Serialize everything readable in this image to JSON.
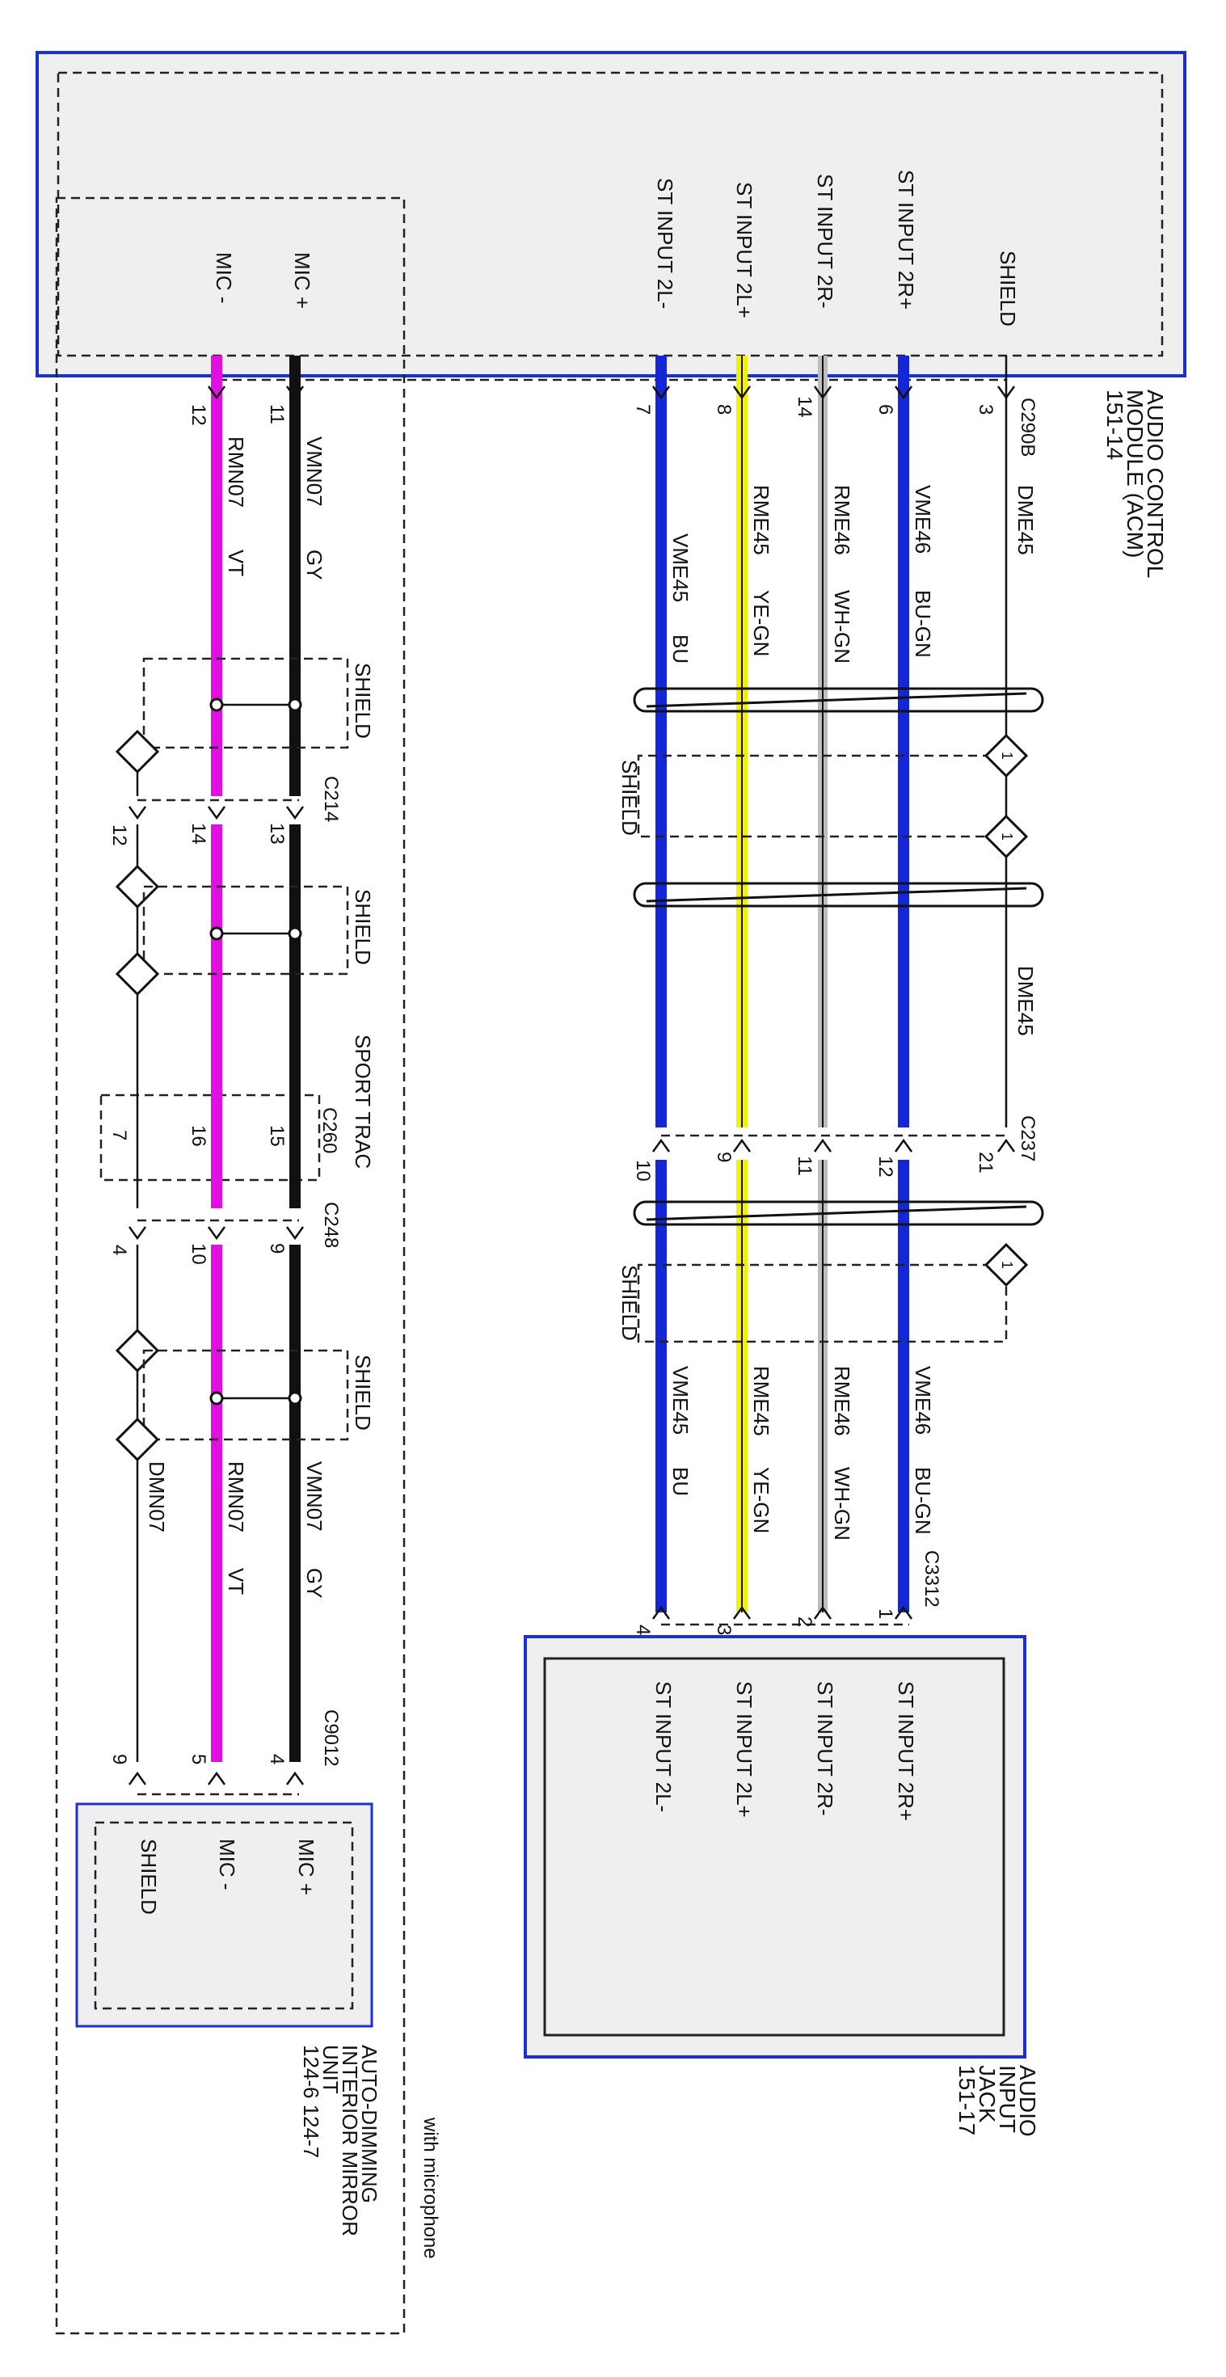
{
  "colors": {
    "module_border": "#1c2fd0",
    "module_fill": "#efefef",
    "wire_black": "#111111",
    "wire_blue": "#1427d8",
    "wire_magenta": "#e010e0",
    "wire_yellow": "#f2f200",
    "wire_gray": "#bdbdbd"
  },
  "acm": {
    "label_lines": [
      "AUDIO CONTROL",
      "MODULE (ACM)",
      "151-14"
    ],
    "pins": [
      "MIC -",
      "MIC +",
      "ST INPUT 2L-",
      "ST INPUT 2L+",
      "ST INPUT 2R-",
      "ST INPUT 2R+",
      "SHIELD"
    ]
  },
  "jack": {
    "label_lines": [
      "AUDIO",
      "INPUT",
      "JACK",
      "151-17"
    ],
    "pins": [
      "ST INPUT 2L-",
      "ST INPUT 2L+",
      "ST INPUT 2R-",
      "ST INPUT 2R+"
    ]
  },
  "mirror": {
    "label_lines": [
      "AUTO-DIMMING",
      "INTERIOR MIRROR",
      "UNIT",
      "124-6    124-7"
    ],
    "pins": [
      "SHIELD",
      "MIC -",
      "MIC +"
    ]
  },
  "notes": {
    "with_microphone": "with microphone",
    "sport_trac": "SPORT TRAC"
  },
  "connectors": {
    "c290b": "C290B",
    "c214": "C214",
    "c260": "C260",
    "c248": "C248",
    "c237": "C237",
    "c3312": "C3312",
    "c9012": "C9012"
  },
  "shield_label": "SHIELD",
  "shield_diamond_label": "1",
  "pin_numbers": {
    "acm_mic_minus": "12",
    "acm_mic_plus": "11",
    "acm_2l_minus": "7",
    "acm_2l_plus": "8",
    "acm_2r_minus": "14",
    "acm_2r_plus": "6",
    "acm_shield": "3",
    "c214_mic_plus": "13",
    "c214_mic_minus": "14",
    "c214_shield": "12",
    "c260_mic_plus": "15",
    "c260_mic_minus": "16",
    "c260_shield": "7",
    "c248_mic_plus": "9",
    "c248_mic_minus": "10",
    "c248_shield": "4",
    "c237_2l_minus": "10",
    "c237_2l_plus": "9",
    "c237_2r_minus": "11",
    "c237_2r_plus": "12",
    "c237_shield": "21",
    "jack_2l_minus": "4",
    "jack_2l_plus": "3",
    "jack_2r_minus": "2",
    "jack_2r_plus": "1",
    "mirror_mic_plus": "4",
    "mirror_mic_minus": "5",
    "mirror_shield": "9"
  },
  "wire_labels": {
    "vmn07_gy_a": [
      "VMN07",
      "GY"
    ],
    "rmn07_vt_a": [
      "RMN07",
      "VT"
    ],
    "vmn07_gy_b": [
      "VMN07",
      "GY"
    ],
    "rmn07_vt_b": [
      "RMN07",
      "VT"
    ],
    "dmn07": [
      "DMN07"
    ],
    "vme45_bu_a": [
      "VME45",
      "BU"
    ],
    "rme45_ye_a": [
      "RME45",
      "YE-GN"
    ],
    "rme46_wh_a": [
      "RME46",
      "WH-GN"
    ],
    "vme46_bu_a": [
      "VME46",
      "BU-GN"
    ],
    "dme45_a": [
      "DME45"
    ],
    "dme45_b": [
      "DME45"
    ],
    "vme45_bu_b": [
      "VME45",
      "BU"
    ],
    "rme45_ye_b": [
      "RME45",
      "YE-GN"
    ],
    "rme46_wh_b": [
      "RME46",
      "WH-GN"
    ],
    "vme46_bu_b": [
      "VME46",
      "BU-GN"
    ]
  }
}
